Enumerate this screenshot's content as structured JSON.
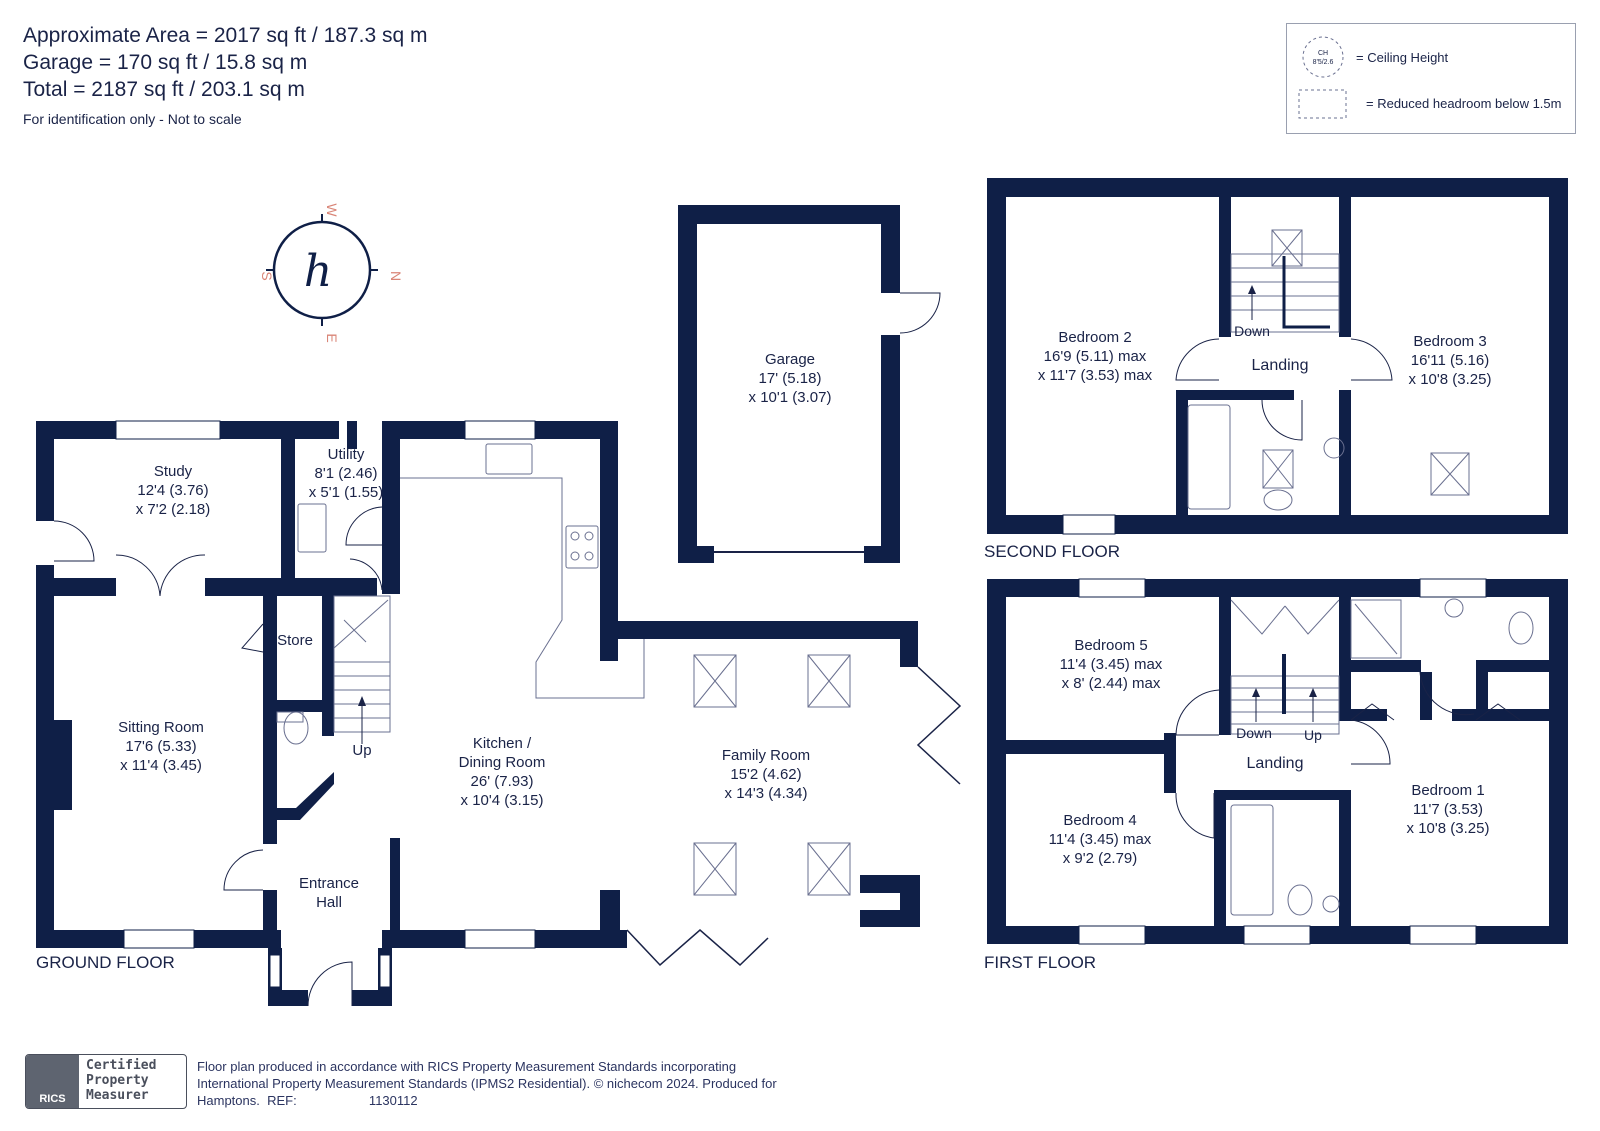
{
  "header": {
    "area_lines": [
      "Approximate Area = 2017  sq ft / 187.3  sq m",
      "Garage = 170 sq ft / 15.8  sq m",
      "Total = 2187 sq ft / 203.1 sq m"
    ],
    "note": "For identification only - Not to scale"
  },
  "legend": {
    "ceiling_symbol": [
      "CH",
      "8'5/2.6"
    ],
    "ceiling_label": "= Ceiling Height",
    "reduced_label": "= Reduced headroom below 1.5m"
  },
  "compass": {
    "w": "W",
    "n": "N",
    "s": "S",
    "e": "E",
    "logo": "h"
  },
  "floors": {
    "ground": "GROUND FLOOR",
    "first": "FIRST FLOOR",
    "second": "SECOND FLOOR"
  },
  "rooms": {
    "garage": [
      "Garage",
      "17' (5.18)",
      "x 10'1 (3.07)"
    ],
    "study": [
      "Study",
      "12'4 (3.76)",
      "x 7'2 (2.18)"
    ],
    "utility": [
      "Utility",
      "8'1 (2.46)",
      "x 5'1 (1.55)"
    ],
    "store": [
      "Store"
    ],
    "sitting": [
      "Sitting Room",
      "17'6 (5.33)",
      "x 11'4 (3.45)"
    ],
    "kitchen": [
      "Kitchen /",
      "Dining Room",
      "26' (7.93)",
      "x 10'4 (3.15)"
    ],
    "family": [
      "Family Room",
      "15'2 (4.62)",
      "x 14'3 (4.34)"
    ],
    "entrance": [
      "Entrance",
      "Hall"
    ],
    "bedroom2": [
      "Bedroom 2",
      "16'9 (5.11) max",
      "x 11'7 (3.53) max"
    ],
    "bedroom3": [
      "Bedroom 3",
      "16'11 (5.16)",
      "x 10'8 (3.25)"
    ],
    "landing2": [
      "Landing"
    ],
    "bedroom5": [
      "Bedroom 5",
      "11'4 (3.45) max",
      "x 8' (2.44) max"
    ],
    "bedroom4": [
      "Bedroom 4",
      "11'4 (3.45) max",
      "x 9'2 (2.79)"
    ],
    "bedroom1": [
      "Bedroom 1",
      "11'7 (3.53)",
      "x 10'8 (3.25)"
    ],
    "landing1": [
      "Landing"
    ]
  },
  "stairs": {
    "ground_up": "Up",
    "second_down": "Down",
    "first_down": "Down",
    "first_up": "Up"
  },
  "footer": {
    "lines": [
      "Floor plan produced in accordance with RICS Property Measurement Standards incorporating",
      "International Property Measurement Standards (IPMS2 Residential).  © nichecom 2024.   Produced for",
      "Hamptons.  REF:                    1130112"
    ],
    "rics_logo": "RICS",
    "rics_badge": [
      "Certified",
      "Property",
      "Measurer"
    ]
  },
  "colors": {
    "wall": "#0f1f47",
    "text": "#1a2347",
    "compass_letters": "#d98577",
    "fixture": "#6a7090"
  }
}
